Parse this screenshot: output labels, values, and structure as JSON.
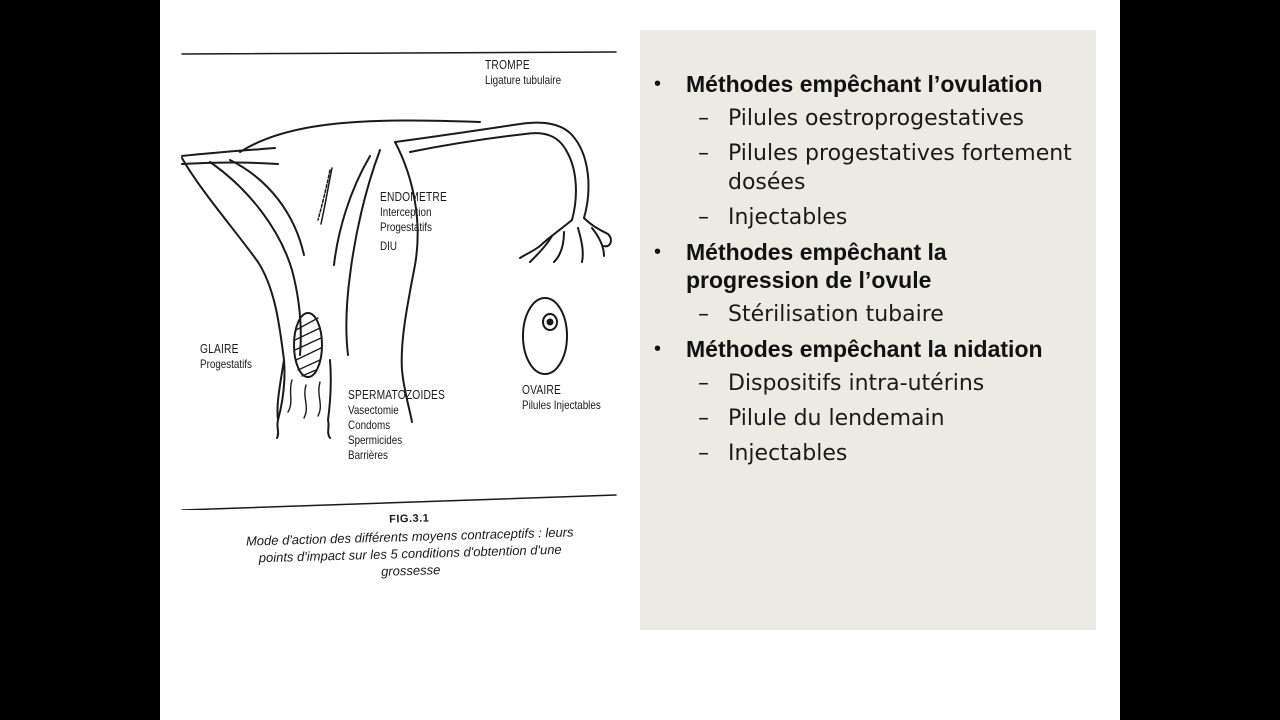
{
  "figure": {
    "labels": {
      "trompe": {
        "head": "TROMPE",
        "lines": [
          "Ligature tubulaire"
        ]
      },
      "endometre": {
        "head": "ENDOMETRE",
        "lines": [
          "Interception",
          "Progestatifs",
          "DIU"
        ]
      },
      "glaire": {
        "head": "GLAIRE",
        "lines": [
          "Progestatifs"
        ]
      },
      "spermatozoides": {
        "head": "SPERMATOZOIDES",
        "lines": [
          "Vasectomie",
          "Condoms",
          "Spermicides",
          "Barrières"
        ]
      },
      "ovaire": {
        "head": "OVAIRE",
        "lines": [
          "Pilules Injectables"
        ]
      }
    },
    "caption": {
      "number": "FIG.3.1",
      "text": "Mode d'action des différents moyens contraceptifs : leurs points d'impact sur les 5 conditions d'obtention d'une grossesse"
    }
  },
  "panel": {
    "sections": [
      {
        "title": "Méthodes empêchant l’ovulation",
        "items": [
          "Pilules oestroprogestatives",
          "Pilules progestatives fortement dosées",
          "Injectables"
        ]
      },
      {
        "title": "Méthodes empêchant la progression de l’ovule",
        "items": [
          "Stérilisation tubaire"
        ]
      },
      {
        "title": "Méthodes empêchant la nidation",
        "items": [
          "Dispositifs intra-utérins",
          "Pilule du lendemain",
          "Injectables"
        ]
      }
    ],
    "bullet": "•",
    "dash": "–"
  },
  "colors": {
    "page_background": "#000000",
    "slide_background": "#ffffff",
    "panel_background": "#ecebe3",
    "text": "#111111"
  }
}
